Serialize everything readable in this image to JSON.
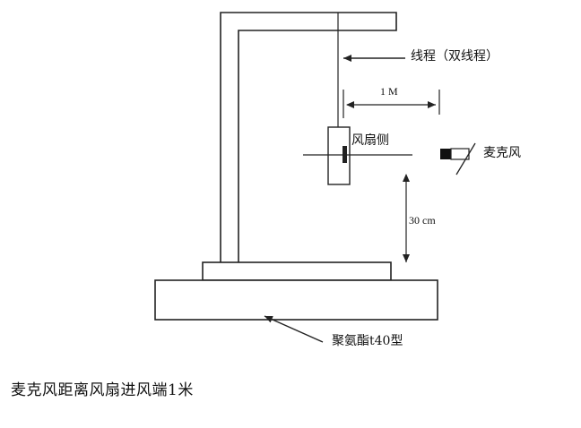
{
  "labels": {
    "string": "线程（双线程）",
    "distance": "1 M",
    "fan_side": "风扇侧",
    "microphone": "麦克风",
    "height": "30 cm",
    "foam": "聚氨酯t40型"
  },
  "caption": "麦克风距离风扇进风端1米",
  "colors": {
    "line": "#222222",
    "fill": "#ffffff"
  }
}
